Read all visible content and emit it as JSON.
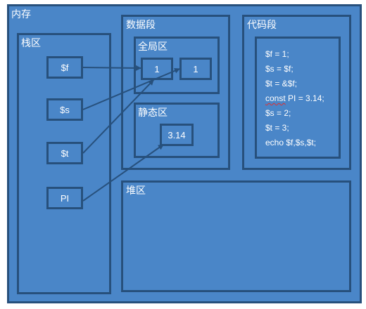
{
  "memory": {
    "title": "内存"
  },
  "stack": {
    "title": "栈区",
    "cells": [
      {
        "id": "f",
        "label": "$f"
      },
      {
        "id": "s",
        "label": "$s"
      },
      {
        "id": "t",
        "label": "$t"
      },
      {
        "id": "pi",
        "label": "PI"
      }
    ]
  },
  "data_segment": {
    "title": "数据段",
    "global": {
      "title": "全局区",
      "values": [
        "1",
        "1"
      ]
    },
    "static": {
      "title": "静态区",
      "values": [
        "3.14"
      ]
    }
  },
  "code_segment": {
    "title": "代码段",
    "lines": [
      "$f = 1;",
      "$s = $f;",
      "$t = &$f;",
      "const PI = 3.14;",
      "$s = 2;",
      "$t = 3;",
      "echo $f,$s,$t;"
    ],
    "squiggle_word": "const"
  },
  "heap": {
    "title": "堆区"
  },
  "colors": {
    "fill": "#4a86c8",
    "border": "#27507c",
    "text": "#ffffff",
    "arrow": "#27507c",
    "squiggle": "#e03030"
  }
}
